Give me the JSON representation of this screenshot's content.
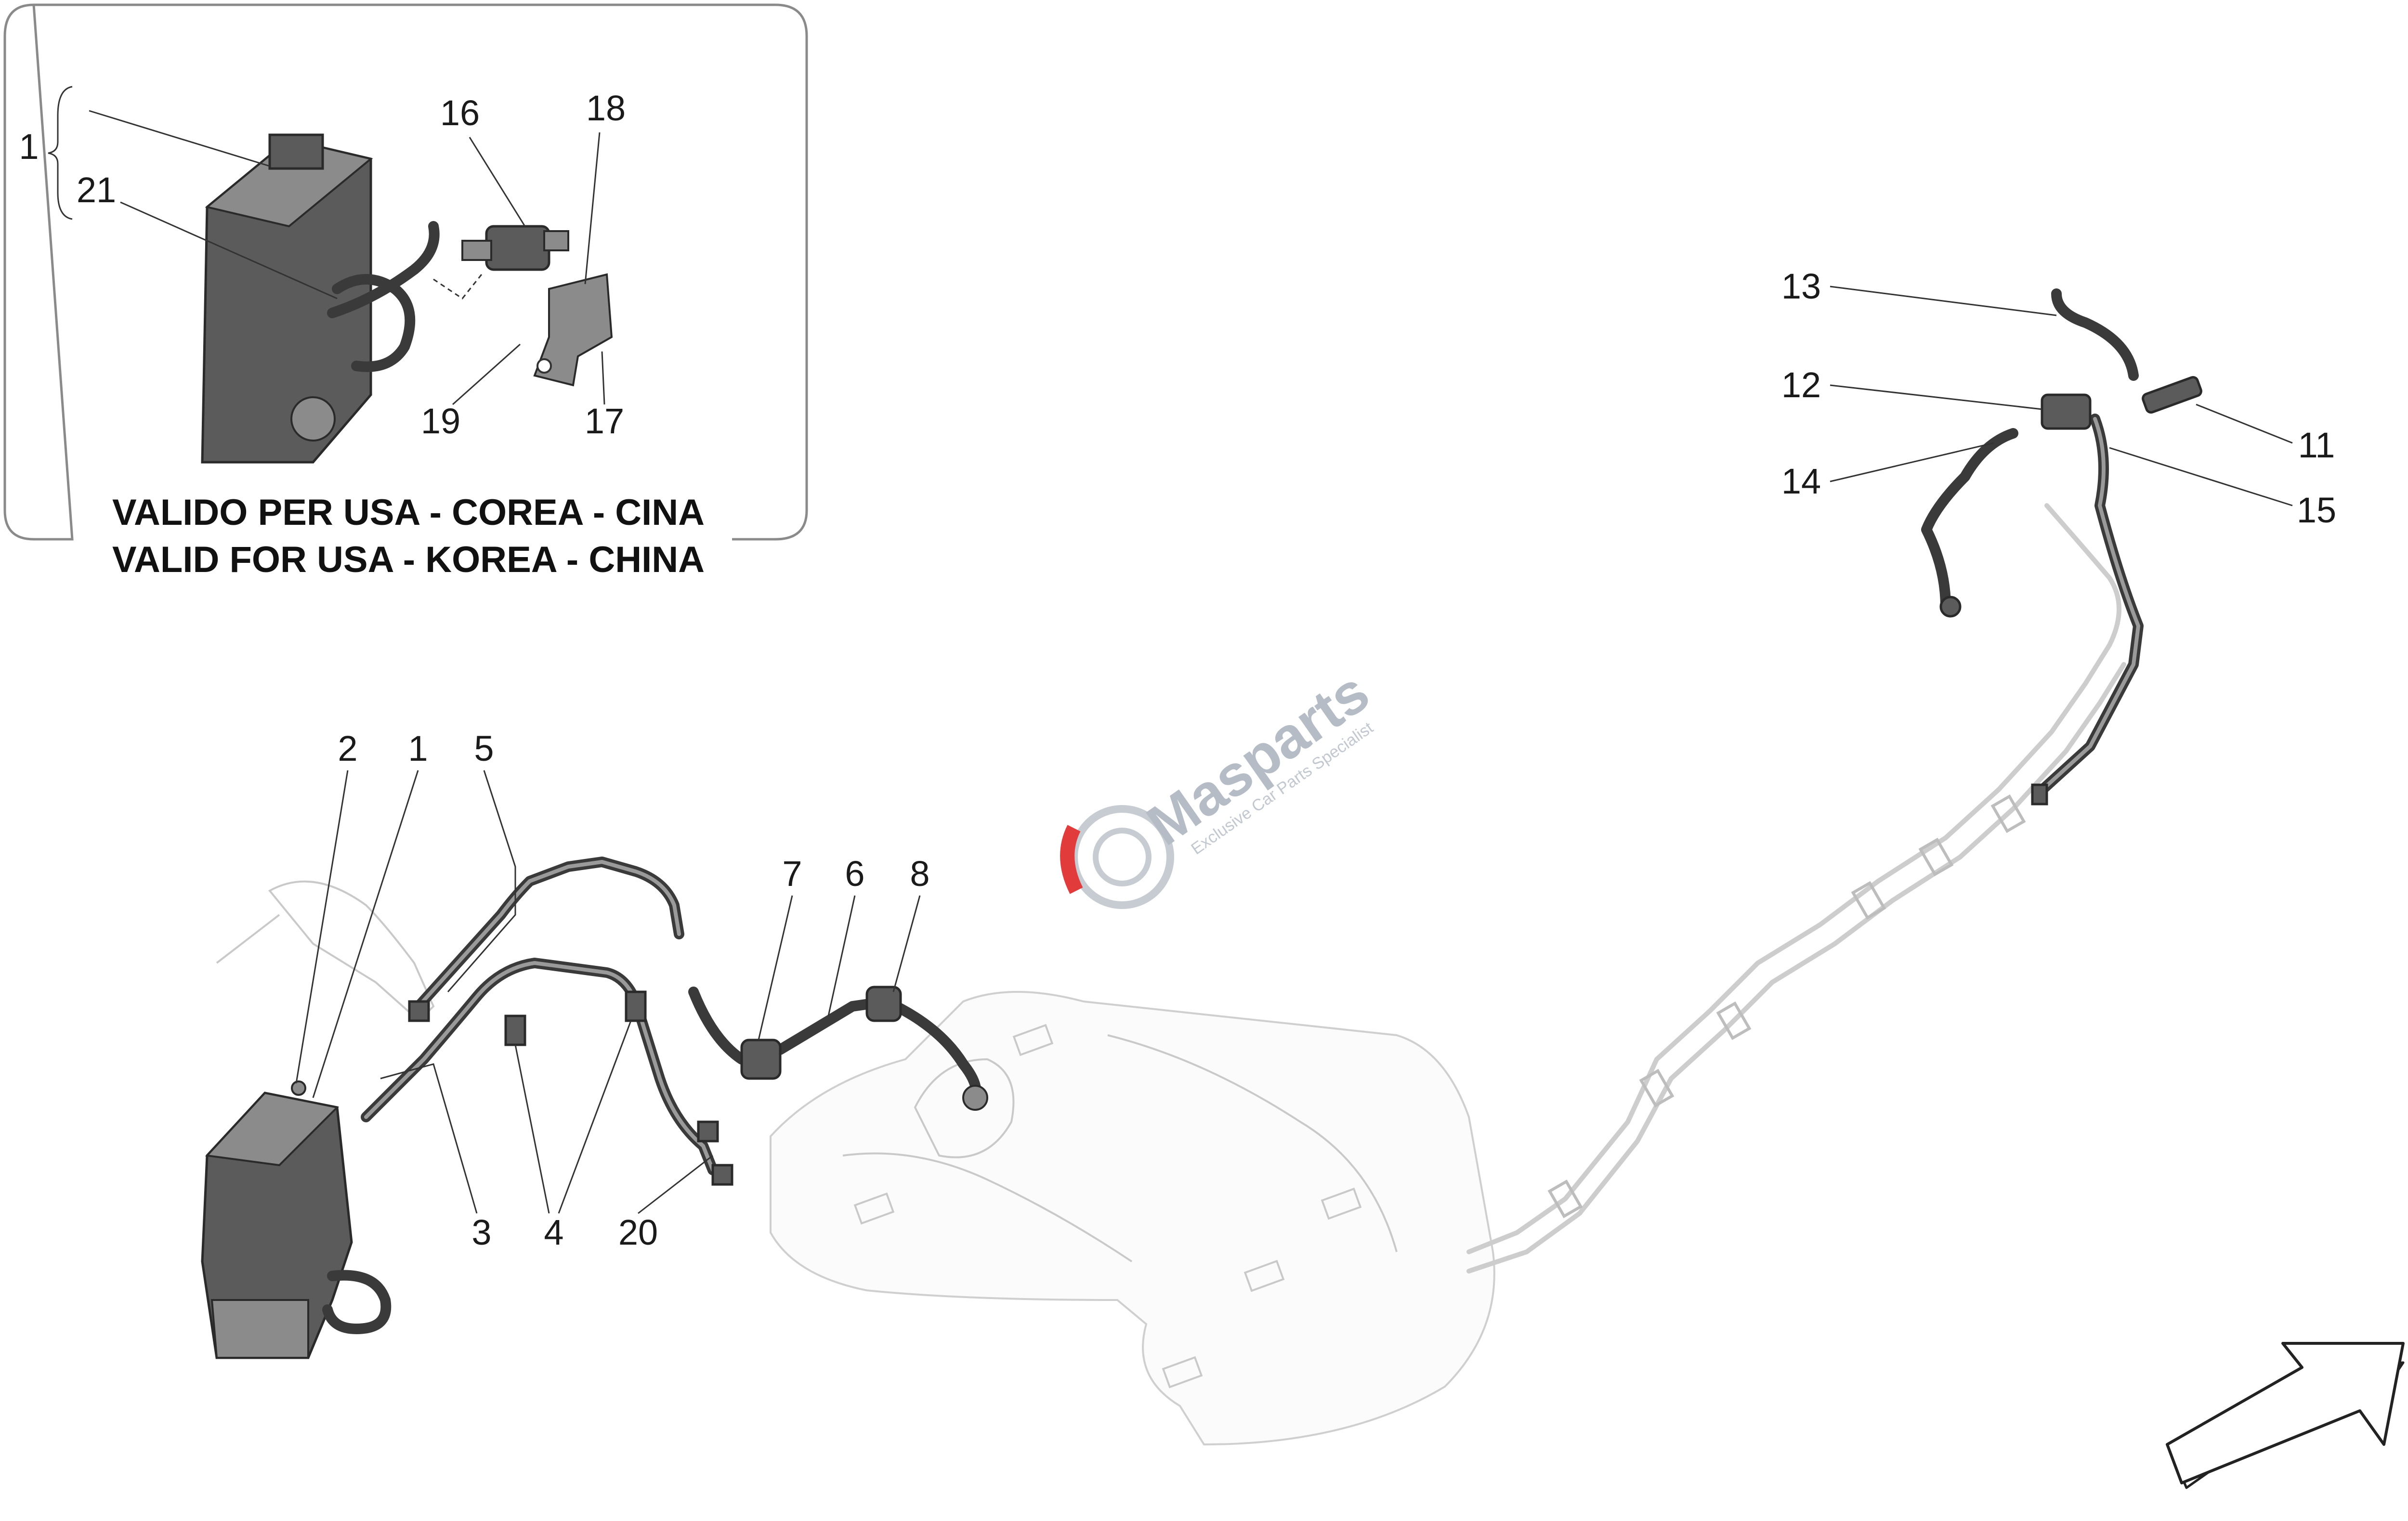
{
  "inset": {
    "caption_it": "VALIDO PER USA - COREA - CINA",
    "caption_en": "VALID FOR USA - KOREA - CHINA",
    "callouts": {
      "c1": "1",
      "c21": "21",
      "c16": "16",
      "c18": "18",
      "c19": "19",
      "c17": "17"
    }
  },
  "main": {
    "callouts": {
      "c2": "2",
      "c1": "1",
      "c5": "5",
      "c7": "7",
      "c6": "6",
      "c8": "8",
      "c3": "3",
      "c4": "4",
      "c20": "20",
      "c13": "13",
      "c12": "12",
      "c14": "14",
      "c11": "11",
      "c15": "15"
    }
  },
  "watermark": {
    "brand": "Masparts",
    "tagline": "Exclusive Car Parts Specialist"
  },
  "colors": {
    "part": "#5b5b5b",
    "ghost": "#c9c9c9",
    "watermark_red": "#e23b3b"
  },
  "icons": {
    "direction_arrow": "arrow-up-right-outline-icon"
  }
}
